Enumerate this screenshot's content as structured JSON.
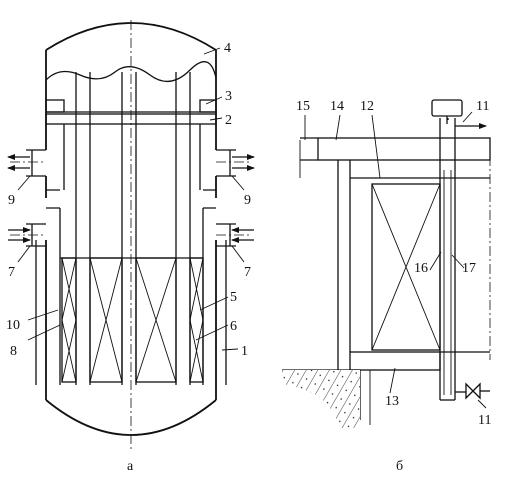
{
  "diagram": {
    "callouts_left": [
      "1",
      "2",
      "3",
      "4",
      "5",
      "6",
      "7",
      "7",
      "8",
      "9",
      "9",
      "10"
    ],
    "callouts_right": [
      "11",
      "11",
      "12",
      "13",
      "14",
      "15",
      "16",
      "17"
    ],
    "subfigure_a": "а",
    "subfigure_b": "б"
  }
}
